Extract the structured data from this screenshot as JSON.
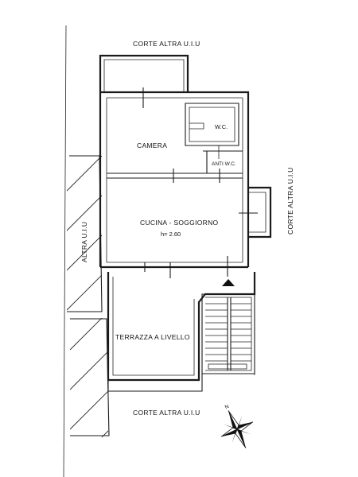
{
  "labels": {
    "corte_top": "CORTE ALTRA U.I.U",
    "corte_bottom": "CORTE ALTRA U.I.U",
    "corte_right": "CORTE ALTRA U.I.U",
    "altra_left": "ALTRA U.I.U",
    "camera": "CAMERA",
    "wc": "W.C.",
    "anti_wc": "ANTI W.C.",
    "cucina": "CUCINA - SOGGIORNO",
    "height": "h= 2.60",
    "terrazza": "TERRAZZA A LIVELLO",
    "north": "N"
  },
  "colors": {
    "line": "#1a1a1a",
    "background": "#ffffff"
  },
  "icons": [
    "compass-rose-icon",
    "level-marker-icon",
    "hatch-pattern"
  ]
}
